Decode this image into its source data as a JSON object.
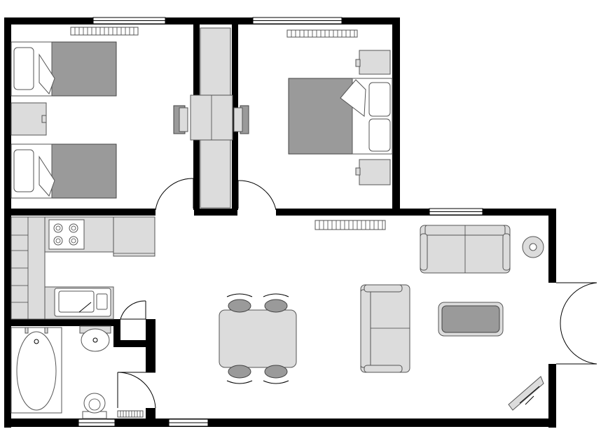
{
  "diagram": {
    "kind": "apartment floor plan",
    "rooms": [
      "bedroom-left",
      "bedroom-right",
      "hallway",
      "kitchen",
      "bathroom",
      "living-dining"
    ],
    "palette": {
      "wall": "#000000",
      "furniture": "#dcdcdc",
      "bedcover": "#9a9a9a",
      "background": "#ffffff"
    }
  }
}
